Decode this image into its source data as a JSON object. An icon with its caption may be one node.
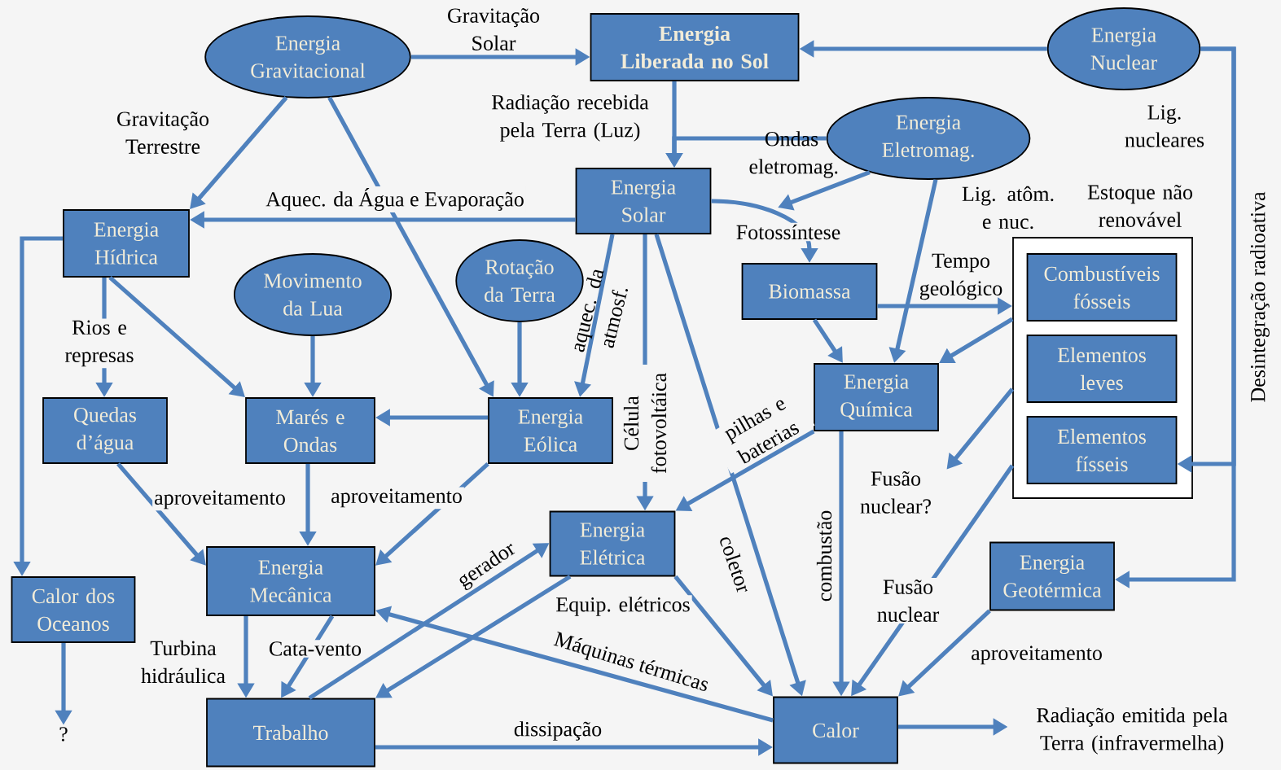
{
  "diagram": {
    "nodes": [
      {
        "text": [
          "Energia Gravitacional"
        ]
      },
      {
        "text": [
          "Energia Liberada no Sol"
        ]
      },
      {
        "text": [
          "Energia Nuclear"
        ],
        "beside": [
          "Lig. nucleares"
        ]
      },
      {
        "text": [
          "Energia Eletromag."
        ]
      },
      {
        "text": [
          "Energia Solar"
        ]
      },
      {
        "text": [
          "Energia Hídrica"
        ]
      },
      {
        "text": [
          "Movimento da Lua"
        ]
      },
      {
        "text": [
          "Rotação da Terra"
        ]
      },
      {
        "text": [
          "Biomassa"
        ]
      },
      {
        "text": [
          "Estoque não renovável"
        ]
      },
      {
        "text": [
          "Combustíveis fósseis"
        ],
        "in": 9
      },
      {
        "text": [
          "Elementos leves"
        ],
        "in": 9
      },
      {
        "text": [
          "Elementos físseis"
        ],
        "in": 9
      },
      {
        "text": [
          "Quedas d’água"
        ]
      },
      {
        "text": [
          "Marés e Ondas"
        ]
      },
      {
        "text": [
          "Energia Eólica"
        ]
      },
      {
        "text": [
          "Energia Química"
        ]
      },
      {
        "text": [
          "Energia Elétrica"
        ]
      },
      {
        "text": [
          "Energia Mecânica"
        ]
      },
      {
        "text": [
          "Calor dos Oceanos"
        ]
      },
      {
        "text": [
          "Energia Geotérmica"
        ]
      },
      {
        "text": [
          "Trabalho"
        ]
      },
      {
        "text": [
          "Calor"
        ]
      },
      {
        "text": [
          "?"
        ]
      },
      {
        "text": [
          "Radiação emitida pela Terra (infravermelha)"
        ]
      },
      {
        "text": [
          "Fusão nuclear?"
        ]
      }
    ],
    "edges": [
      {
        "from": 0,
        "to": 1,
        "arrow": "to",
        "label": "Gravitação Solar"
      },
      {
        "from": 0,
        "to": 5,
        "arrow": "to",
        "label": "Gravitação Terrestre"
      },
      {
        "from": 0,
        "to": 15,
        "arrow": "to"
      },
      {
        "from": 2,
        "to": 1,
        "arrow": "to"
      },
      {
        "from": 1,
        "to": 4,
        "arrow": "to",
        "label": "Radiação recebida pela Terra (Luz)"
      },
      {
        "from": 3,
        "to": 4,
        "arrow": "to",
        "label": "Ondas eletromag."
      },
      {
        "from": 3,
        "to": null,
        "arrow": "to"
      },
      {
        "from": 4,
        "to": 8,
        "arrow": "to",
        "label": "Fotossíntese"
      },
      {
        "from": 3,
        "to": 16,
        "arrow": "to",
        "label": "Lig. atôm. e nuc."
      },
      {
        "from": 2,
        "to": 12,
        "arrow": "to"
      },
      {
        "from": 2,
        "to": 20,
        "arrow": "to",
        "label": "Desintegração radioativa"
      },
      {
        "from": 4,
        "to": 5,
        "arrow": "to",
        "label": "Aquec. da Água e Evaporação"
      },
      {
        "from": 4,
        "to": 15,
        "arrow": "to",
        "label": "aquec. da atmosf."
      },
      {
        "from": 4,
        "to": 17,
        "arrow": "to",
        "label": "Célula fotovoltáica"
      },
      {
        "from": 4,
        "to": 22,
        "arrow": "to",
        "label": "coletor"
      },
      {
        "from": 5,
        "to": 13,
        "arrow": "to",
        "label": "Rios e represas"
      },
      {
        "from": 5,
        "to": 14,
        "arrow": "to"
      },
      {
        "from": 5,
        "to": 19,
        "arrow": "to"
      },
      {
        "from": 6,
        "to": 14,
        "arrow": "to"
      },
      {
        "from": 7,
        "to": 15,
        "arrow": "to"
      },
      {
        "from": 8,
        "to": 9,
        "arrow": "to",
        "label": "Tempo geológico"
      },
      {
        "from": 8,
        "to": 16,
        "arrow": "to"
      },
      {
        "from": 9,
        "to": 16,
        "arrow": "to"
      },
      {
        "from": 9,
        "to": 25,
        "arrow": "to"
      },
      {
        "from": 9,
        "to": 22,
        "arrow": "to",
        "label": "Fusão nuclear"
      },
      {
        "from": 15,
        "to": 14,
        "arrow": "to"
      },
      {
        "from": 13,
        "to": 18,
        "arrow": "to",
        "label": "aproveitamento"
      },
      {
        "from": 14,
        "to": 18,
        "arrow": "to",
        "label": "aproveitamento"
      },
      {
        "from": 15,
        "to": 18,
        "arrow": "to"
      },
      {
        "from": 16,
        "to": 17,
        "arrow": "to",
        "label": "pilhas e baterias"
      },
      {
        "from": 16,
        "to": 22,
        "arrow": "to",
        "label": "combustão"
      },
      {
        "from": 17,
        "to": 22,
        "arrow": "to"
      },
      {
        "from": 17,
        "to": 21,
        "arrow": "to",
        "label": "Equip. elétricos"
      },
      {
        "from": 18,
        "to": 21,
        "arrow": "to",
        "label": "Turbina hidráulica"
      },
      {
        "from": 18,
        "to": 21,
        "arrow": "to",
        "label": "Cata-vento"
      },
      {
        "from": 21,
        "to": 17,
        "arrow": "to",
        "label": "gerador"
      },
      {
        "from": 22,
        "to": 18,
        "arrow": "to",
        "label": "Máquinas térmicas"
      },
      {
        "from": 21,
        "to": 22,
        "arrow": "to",
        "label": "dissipação"
      },
      {
        "from": 20,
        "to": 22,
        "arrow": "to",
        "label": "aproveitamento"
      },
      {
        "from": 22,
        "to": 24,
        "arrow": "to"
      },
      {
        "from": 19,
        "to": 23,
        "arrow": "to"
      }
    ]
  }
}
